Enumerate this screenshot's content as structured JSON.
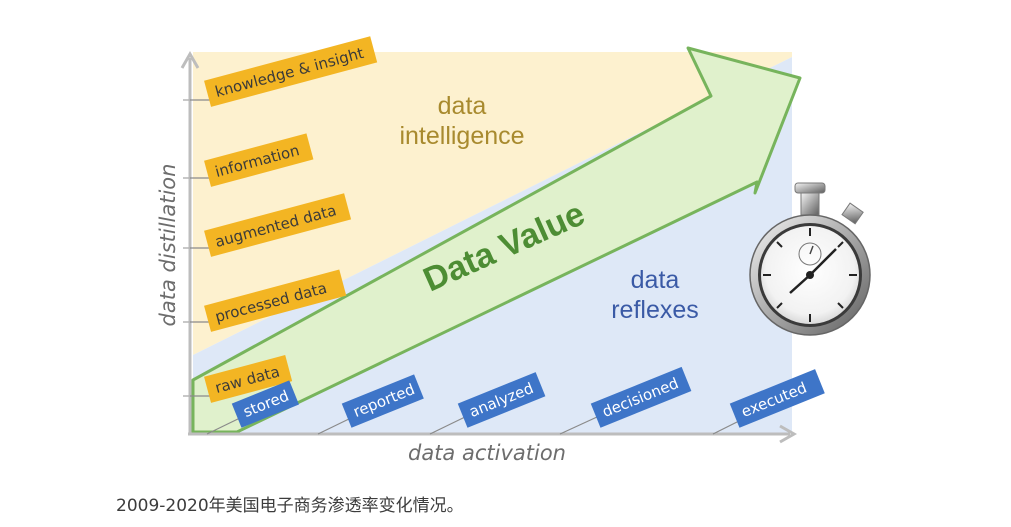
{
  "diagram": {
    "y_axis_label": "data distillation",
    "x_axis_label": "data activation",
    "region_top": [
      "data",
      "intelligence"
    ],
    "region_bottom": [
      "data",
      "reflexes"
    ],
    "arrow_label": "Data Value",
    "y_levels": [
      "raw data",
      "processed data",
      "augmented data",
      "information",
      "knowledge & insight"
    ],
    "x_levels": [
      "stored",
      "reported",
      "analyzed",
      "decisioned",
      "executed"
    ],
    "colors": {
      "region_top": "#fdf1cf",
      "region_bottom": "#dee8f7",
      "arrow_fill": "#e0f1cc",
      "arrow_stroke": "#77b45c",
      "arrow_text": "#4d8d34",
      "y_tag": "#f3b523",
      "x_tag": "#3e75c8",
      "region_top_text": "#a88a2e",
      "region_bottom_text": "#3a5aa6",
      "axis_text": "#6d6d6d"
    },
    "icons": [
      "stopwatch-icon"
    ]
  },
  "caption": "2009-2020年美国电子商务渗透率变化情况。"
}
